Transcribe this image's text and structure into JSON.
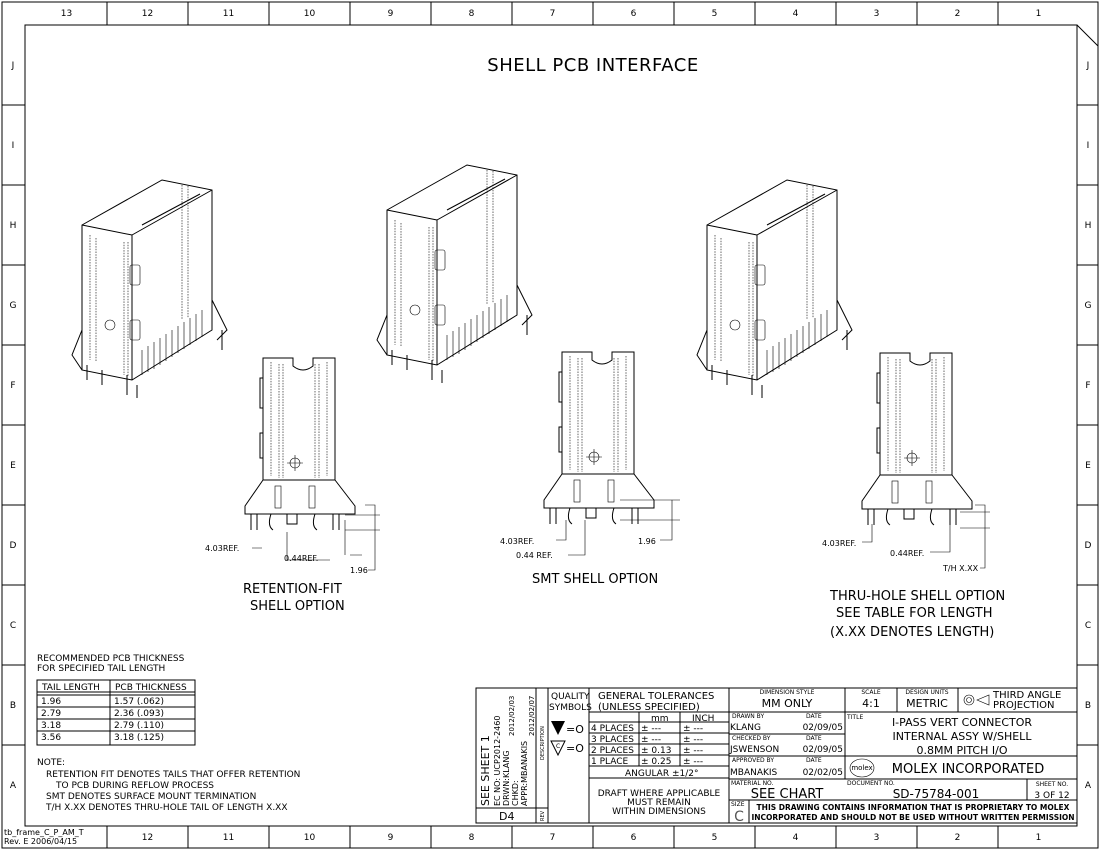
{
  "drawing": {
    "title": "SHELL PCB INTERFACE",
    "zones_top": [
      "13",
      "12",
      "11",
      "10",
      "9",
      "8",
      "7",
      "6",
      "5",
      "4",
      "3",
      "2",
      "1"
    ],
    "zones_bottom": [
      "12",
      "11",
      "10",
      "9",
      "8",
      "7",
      "6",
      "5",
      "4",
      "3",
      "2",
      "1"
    ],
    "zones_side": [
      "J",
      "I",
      "H",
      "G",
      "F",
      "E",
      "D",
      "C",
      "B",
      "A"
    ],
    "frame_id": [
      "tb_frame_C_P_AM_T",
      "Rev. E 2006/04/15"
    ]
  },
  "views": {
    "retention": {
      "label": [
        "RETENTION-FIT",
        "SHELL OPTION"
      ],
      "dims": [
        "4.03REF.",
        "0.44REF.",
        "1.96"
      ]
    },
    "smt": {
      "label": [
        "SMT SHELL OPTION"
      ],
      "dims": [
        "4.03REF.",
        "0.44 REF.",
        "1.96"
      ]
    },
    "thru": {
      "label": [
        "THRU-HOLE SHELL OPTION",
        "SEE TABLE FOR LENGTH",
        "(X.XX DENOTES LENGTH)"
      ],
      "dims": [
        "4.03REF.",
        "0.44REF.",
        "T/H X.XX"
      ]
    }
  },
  "pcb_table": {
    "caption": [
      "RECOMMENDED PCB THICKNESS",
      "FOR SPECIFIED TAIL LENGTH"
    ],
    "headers": [
      "TAIL LENGTH",
      "PCB THICKNESS"
    ],
    "rows": [
      [
        "1.96",
        "1.57 (.062)"
      ],
      [
        "2.79",
        "2.36 (.093)"
      ],
      [
        "3.18",
        "2.79 (.110)"
      ],
      [
        "3.56",
        "3.18 (.125)"
      ]
    ]
  },
  "notes": {
    "heading": "NOTE:",
    "lines": [
      "RETENTION FIT DENOTES TAILS THAT OFFER RETENTION",
      "TO PCB DURING REFLOW PROCESS",
      "SMT DENOTES SURFACE MOUNT TERMINATION",
      "T/H X.XX DENOTES THRU-HOLE TAIL OF LENGTH X.XX"
    ]
  },
  "title_block": {
    "revision": {
      "see_sheet": "SEE SHEET 1",
      "ec_no": "EC NO: UCP2012-2460",
      "drwn": "DRWN:KLANG",
      "drwn_date": "2012/02/03",
      "chkd": "CHKD:",
      "appr": "APPR:MBANAKIS",
      "appr_date": "2012/02/07",
      "description": "DESCRIPTION",
      "rev_label": "REV",
      "rev": "D4"
    },
    "quality": {
      "label": [
        "QUALITY",
        "SYMBOLS"
      ],
      "sym1": "=O",
      "sym2": "=O",
      "sym2_letter": "C"
    },
    "tolerances": {
      "title": [
        "GENERAL TOLERANCES",
        "(UNLESS SPECIFIED)"
      ],
      "cols": [
        "mm",
        "INCH"
      ],
      "rows": [
        [
          "4 PLACES",
          "± ---",
          "± ---"
        ],
        [
          "3 PLACES",
          "± ---",
          "± ---"
        ],
        [
          "2 PLACES",
          "± 0.13",
          "± ---"
        ],
        [
          "1 PLACE",
          "± 0.25",
          "± ---"
        ]
      ],
      "angular": "ANGULAR ±1/2°",
      "draft": [
        "DRAFT WHERE APPLICABLE",
        "MUST REMAIN",
        "WITHIN DIMENSIONS"
      ]
    },
    "dimension_style": {
      "label": "DIMENSION STYLE",
      "value": "MM ONLY"
    },
    "scale": {
      "label": "SCALE",
      "value": "4:1"
    },
    "design_units": {
      "label": "DESIGN UNITS",
      "value": "METRIC"
    },
    "projection": [
      "THIRD ANGLE",
      "PROJECTION"
    ],
    "drawn_by": {
      "label": "DRAWN BY",
      "name": "KLANG",
      "date_label": "DATE",
      "date": "02/09/05"
    },
    "checked_by": {
      "label": "CHECKED BY",
      "name": "JSWENSON",
      "date_label": "DATE",
      "date": "02/09/05"
    },
    "approved_by": {
      "label": "APPROVED BY",
      "name": "MBANAKIS",
      "date_label": "DATE",
      "date": "02/02/05"
    },
    "title_label": "TITLE",
    "title": [
      "I-PASS VERT CONNECTOR",
      "INTERNAL ASSY W/SHELL",
      "0.8MM PITCH I/O"
    ],
    "company_logo": "molex",
    "company": "MOLEX INCORPORATED",
    "material": {
      "label": "MATERIAL NO.",
      "value": "SEE CHART"
    },
    "document": {
      "label": "DOCUMENT NO.",
      "value": "SD-75784-001"
    },
    "sheet": {
      "label": "SHEET NO.",
      "value": "3 OF 12"
    },
    "size": {
      "label": "SIZE",
      "value": "C"
    },
    "proprietary": [
      "THIS DRAWING CONTAINS INFORMATION THAT IS PROPRIETARY TO MOLEX",
      "INCORPORATED AND SHOULD NOT BE USED WITHOUT WRITTEN PERMISSION"
    ]
  }
}
